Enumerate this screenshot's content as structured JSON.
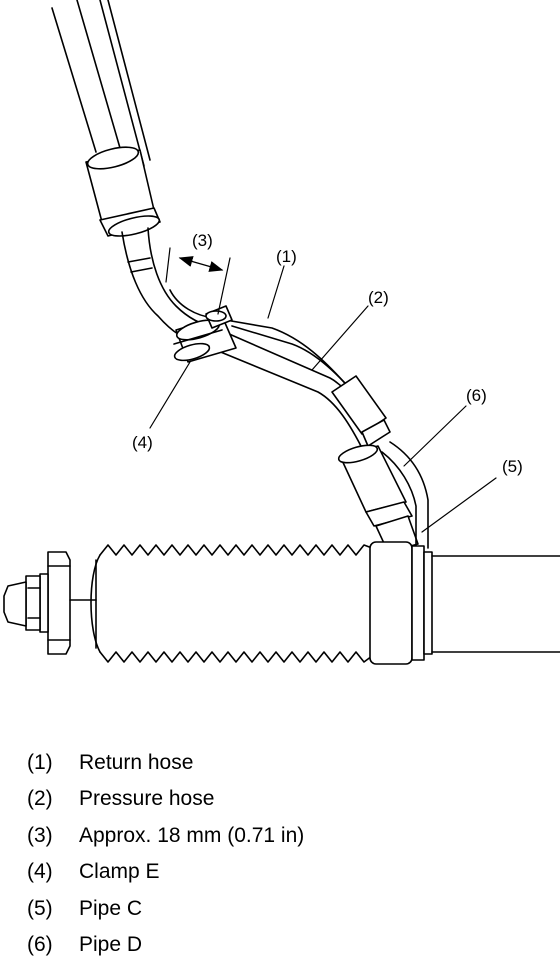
{
  "diagram": {
    "callouts": [
      {
        "number": "(1)"
      },
      {
        "number": "(2)"
      },
      {
        "number": "(3)"
      },
      {
        "number": "(4)"
      },
      {
        "number": "(5)"
      },
      {
        "number": "(6)"
      }
    ]
  },
  "legend": {
    "items": [
      {
        "number": "(1)",
        "text": "Return hose"
      },
      {
        "number": "(2)",
        "text": "Pressure hose"
      },
      {
        "number": "(3)",
        "text": "Approx. 18 mm (0.71 in)"
      },
      {
        "number": "(4)",
        "text": "Clamp E"
      },
      {
        "number": "(5)",
        "text": "Pipe C"
      },
      {
        "number": "(6)",
        "text": "Pipe D"
      }
    ]
  },
  "colors": {
    "line": "#000000",
    "background": "#ffffff"
  }
}
